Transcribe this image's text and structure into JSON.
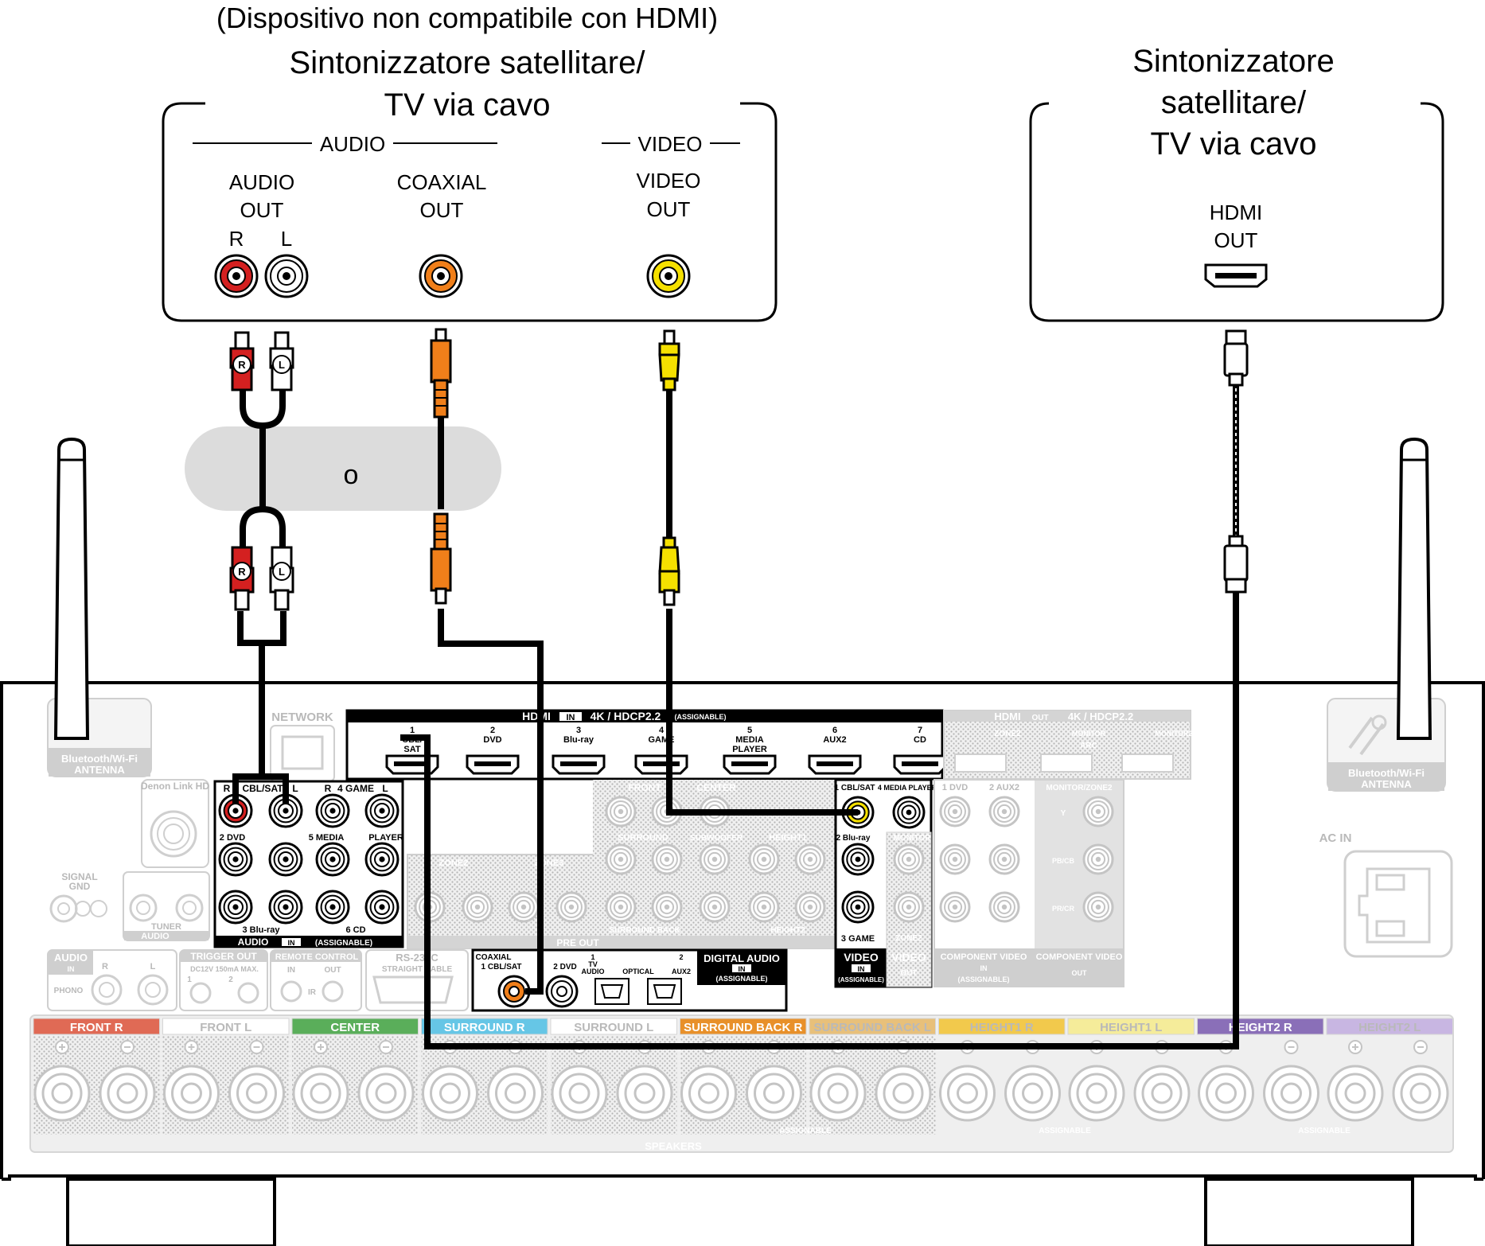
{
  "devices": {
    "left": {
      "note": "(Dispositivo non compatibile con HDMI)",
      "name_line1": "Sintonizzatore satellitare/",
      "name_line2": "TV via cavo",
      "audio_group": "AUDIO",
      "video_group": "VIDEO",
      "audio_out_line1": "AUDIO",
      "audio_out_line2": "OUT",
      "r": "R",
      "l": "L",
      "coaxial_out_line1": "COAXIAL",
      "coaxial_out_line2": "OUT",
      "video_out_line1": "VIDEO",
      "video_out_line2": "OUT"
    },
    "right": {
      "name_line1": "Sintonizzatore",
      "name_line2": "satellitare/",
      "name_line3": "TV via cavo",
      "hdmi_line1": "HDMI",
      "hdmi_line2": "OUT"
    }
  },
  "or_label": "o",
  "plugs": {
    "r": "R",
    "l": "L"
  },
  "receiver": {
    "network": "NETWORK",
    "bt_antenna_left_1": "Bluetooth/Wi-Fi",
    "bt_antenna_left_2": "ANTENNA",
    "bt_antenna_right_1": "Bluetooth/Wi-Fi",
    "bt_antenna_right_2": "ANTENNA",
    "denon_link": "Denon Link HD",
    "signal_gnd_1": "SIGNAL",
    "signal_gnd_2": "GND",
    "tuner": "TUNER",
    "audio_in_small": "AUDIO",
    "ac_in": "AC IN",
    "hdmi_in_header": "HDMI",
    "hdmi_in_tag": "IN",
    "hdmi_in_spec": "4K / HDCP2.2",
    "hdmi_in_assign": "(ASSIGNABLE)",
    "hdmi_inputs": [
      {
        "num": "1",
        "name1": "CBL/",
        "name2": "SAT"
      },
      {
        "num": "2",
        "name1": "DVD",
        "name2": ""
      },
      {
        "num": "3",
        "name1": "Blu-ray",
        "name2": ""
      },
      {
        "num": "4",
        "name1": "GAME",
        "name2": ""
      },
      {
        "num": "5",
        "name1": "MEDIA",
        "name2": "PLAYER"
      },
      {
        "num": "6",
        "name1": "AUX2",
        "name2": ""
      },
      {
        "num": "7",
        "name1": "CD",
        "name2": ""
      }
    ],
    "hdmi_out_header": "HDMI",
    "hdmi_out_tag": "OUT",
    "hdmi_out_spec": "4K / HDCP2.2",
    "hdmi_out_zone2": "ZONE2",
    "hdmi_out_monitor_arc_1": "MONITOR",
    "hdmi_out_monitor_arc_2": "ARC",
    "hdmi_out_monitor2": "MONITOR2",
    "audio_in_block": {
      "cbl_sat": "CBL/SAT",
      "game": "4 GAME",
      "dvd": "2 DVD",
      "media": "5 MEDIA",
      "player": "PLAYER",
      "bluray": "3 Blu-ray",
      "cd": "6 CD",
      "footer_audio": "AUDIO",
      "footer_in": "IN",
      "footer_assign": "(ASSIGNABLE)",
      "r": "R",
      "l": "L"
    },
    "preout": {
      "front": "FRONT",
      "center": "CENTER",
      "surround": "SURROUND",
      "subwoofer": "SUBWOOFER",
      "height1": "HEIGHT1",
      "zone2": "ZONE2",
      "zone3": "ZONE3",
      "surround_back": "SURROUND BACK",
      "height2": "HEIGHT2",
      "pre_out": "PRE OUT"
    },
    "digital": {
      "coaxial": "COAXIAL",
      "cbl_sat": "1 CBL/SAT",
      "dvd": "2 DVD",
      "tv_num": "1",
      "tv_1": "TV",
      "tv_2": "AUDIO",
      "optical": "OPTICAL",
      "aux_num": "2",
      "aux2": "AUX2",
      "header": "DIGITAL AUDIO",
      "tag": "IN",
      "assign": "(ASSIGNABLE)"
    },
    "video_in": {
      "cbl_sat": "1 CBL/SAT",
      "media": "4 MEDIA PLAYER",
      "bluray": "2 Blu-ray",
      "game": "3 GAME",
      "header": "VIDEO",
      "tag": "IN",
      "assign": "(ASSIGNABLE)",
      "monitor": "MONITOR",
      "zone2": "ZONE2",
      "video_out": "VIDEO",
      "out_tag": "OUT"
    },
    "component": {
      "dvd": "1 DVD",
      "aux2": "2 AUX2",
      "monitor_zone2": "MONITOR/ZONE2",
      "y": "Y",
      "pb": "PB/CB",
      "pr": "PR/CR",
      "label1": "COMPONENT VIDEO",
      "in_tag": "IN",
      "assign": "(ASSIGNABLE)",
      "label2": "COMPONENT VIDEO",
      "out_tag": "OUT"
    },
    "misc": {
      "audio_in_phono_head": "AUDIO",
      "audio_in_phono_tag": "IN",
      "phono": "PHONO",
      "r": "R",
      "l": "L",
      "trigger": "TRIGGER OUT",
      "trigger_spec": "DC12V 150mA MAX.",
      "trig1": "1",
      "trig2": "2",
      "remote": "REMOTE CONTROL",
      "remote_in": "IN",
      "remote_out": "OUT",
      "ir": "IR",
      "rs232": "RS-232C",
      "straight": "STRAIGHT CABLE"
    },
    "speakers": {
      "labels": [
        "FRONT R",
        "FRONT L",
        "CENTER",
        "SURROUND R",
        "SURROUND L",
        "SURROUND BACK R",
        "SURROUND BACK L",
        "HEIGHT1 R",
        "HEIGHT1 L",
        "HEIGHT2 R",
        "HEIGHT2 L"
      ],
      "colors": [
        "#e06a55",
        "#ffffff",
        "#5aae5a",
        "#66c6e6",
        "#ffffff",
        "#e8902a",
        "#e8c07a",
        "#f2c94c",
        "#f5ec9a",
        "#8a6fb8",
        "#c8b6e2"
      ],
      "assignable": "ASSIGNABLE",
      "footer": "SPEAKERS"
    }
  },
  "colors": {
    "red": "#d42020",
    "white": "#ffffff",
    "orange": "#f07f1a",
    "yellow": "#f5e000",
    "cable": "#000000",
    "panel_gray": "#ededed",
    "label_gray": "#b9b9b9",
    "or_bubble": "#dcdcdc"
  }
}
